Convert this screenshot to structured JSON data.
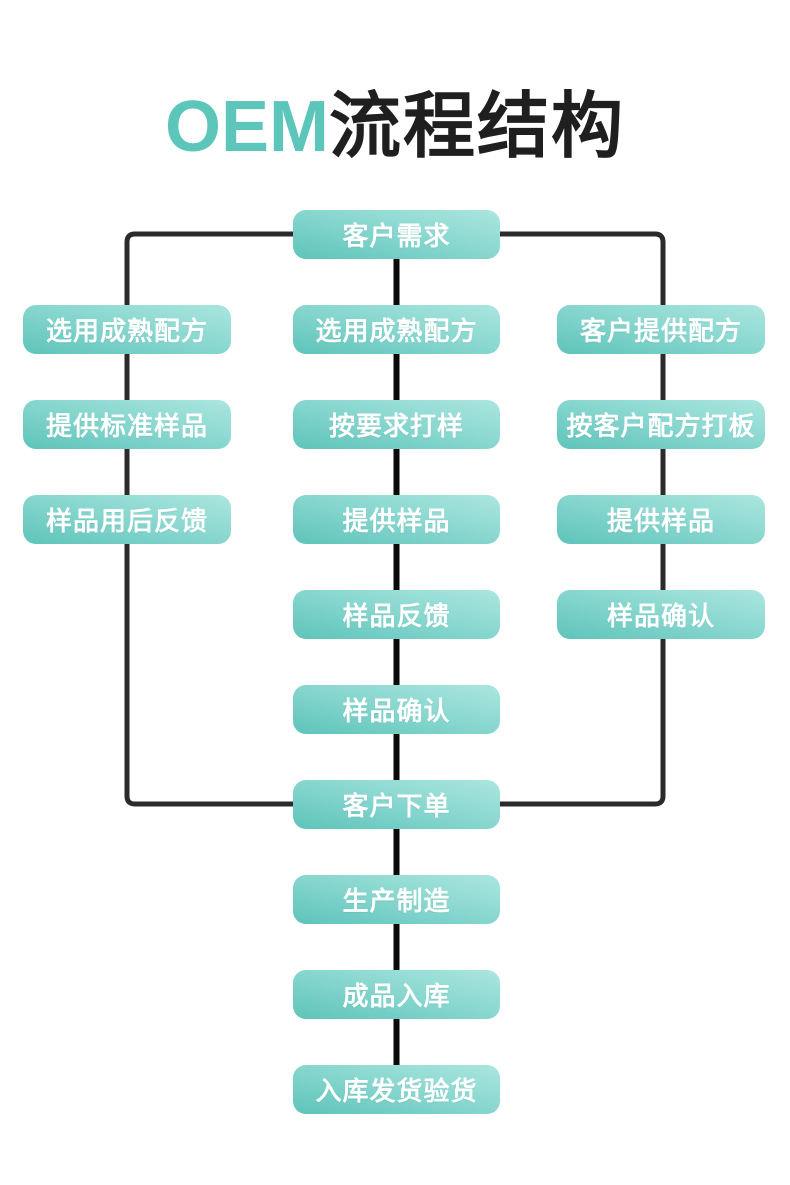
{
  "title": {
    "accent": "OEM",
    "rest": "流程结构"
  },
  "colors": {
    "accent_teal": "#5cc6bb",
    "box_gradient_light": "#abe6df",
    "box_gradient_dark": "#5ec4ba",
    "title_text": "#1f1f1f",
    "connector_side": "#2b2b2b",
    "connector_center": "#0a0a0a",
    "node_text": "#ffffff",
    "background": "#ffffff"
  },
  "flow": {
    "top": "客户需求",
    "left_column": [
      "选用成熟配方",
      "提供标准样品",
      "样品用后反馈"
    ],
    "middle_column": [
      "选用成熟配方",
      "按要求打样",
      "提供样品",
      "样品反馈",
      "样品确认"
    ],
    "right_column": [
      "客户提供配方",
      "按客户配方打板",
      "提供样品",
      "样品确认"
    ],
    "trunk": [
      "客户下单",
      "生产制造",
      "成品入库",
      "入库发货验货"
    ]
  }
}
